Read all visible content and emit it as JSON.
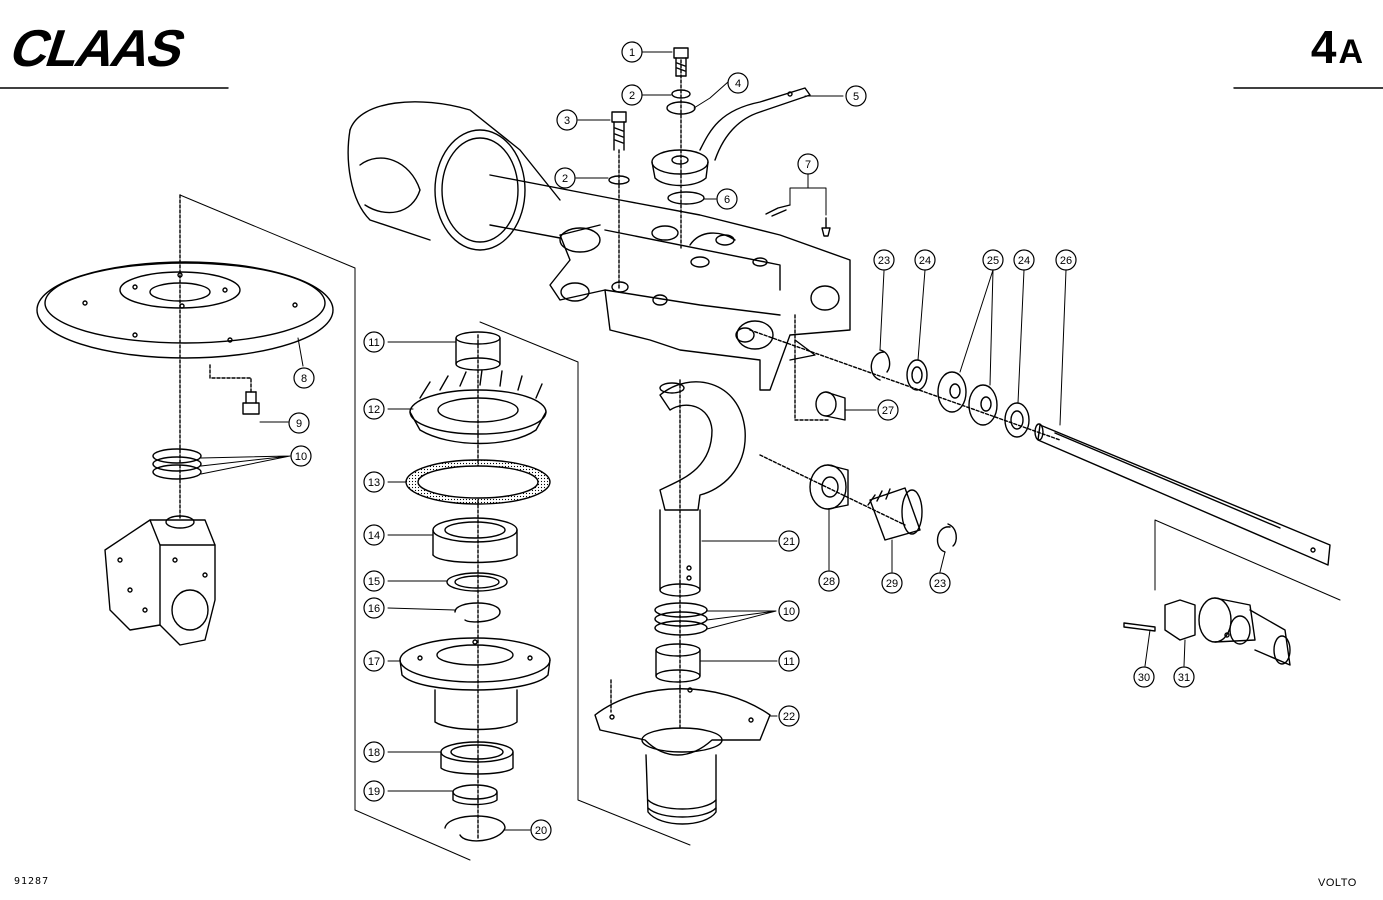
{
  "header": {
    "brand": "CLAAS",
    "page_number": "4",
    "page_suffix": "A"
  },
  "footer": {
    "doc_number": "91287",
    "model": "VOLTO"
  },
  "callouts": [
    "1",
    "2",
    "3",
    "4",
    "5",
    "6",
    "7",
    "8",
    "9",
    "10",
    "11",
    "12",
    "13",
    "14",
    "15",
    "16",
    "17",
    "18",
    "19",
    "20",
    "21",
    "22",
    "23",
    "24",
    "25",
    "26",
    "27",
    "28",
    "29",
    "30",
    "31"
  ],
  "colors": {
    "ink": "#000000",
    "paper": "#ffffff"
  }
}
